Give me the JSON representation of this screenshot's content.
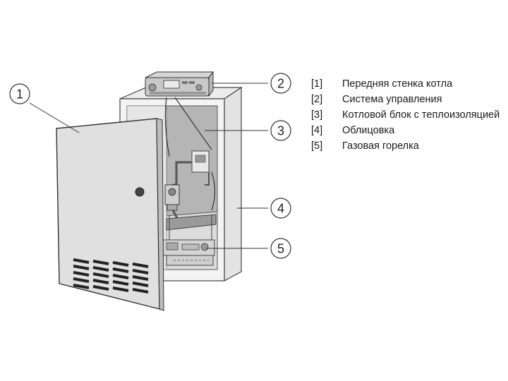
{
  "diagram": {
    "callouts": [
      "1",
      "2",
      "3",
      "4",
      "5"
    ]
  },
  "legend": [
    {
      "key": "[1]",
      "text": "Передняя стенка котла"
    },
    {
      "key": "[2]",
      "text": "Система управления"
    },
    {
      "key": "[3]",
      "text": "Котловой блок с теплоизоляцией"
    },
    {
      "key": "[4]",
      "text": "Облицовка"
    },
    {
      "key": "[5]",
      "text": "Газовая горелка"
    }
  ]
}
